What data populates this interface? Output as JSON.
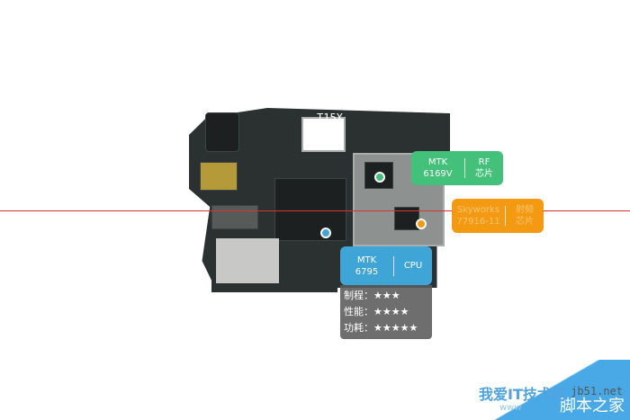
{
  "board_marking": "T15X",
  "labels": [
    {
      "line1": "MTK",
      "line2": "6169V",
      "type1": "RF",
      "type2": "芯片",
      "color": "#43c07a"
    },
    {
      "line1": "Skyworks",
      "line2": "77916-11",
      "type1": "射频",
      "type2": "芯片",
      "color": "#f39a12"
    },
    {
      "line1": "MTK",
      "line2": "6795",
      "type1": "CPU",
      "type2": "",
      "color": "#3ea5d6"
    }
  ],
  "rating": {
    "rows": [
      {
        "label": "制程：",
        "stars": "★★★",
        "value": 3
      },
      {
        "label": "性能：",
        "stars": "★★★★",
        "value": 4
      },
      {
        "label": "功耗：",
        "stars": "★★★★★",
        "value": 5
      }
    ]
  },
  "watermark": {
    "cn": "我爱IT技术网",
    "site": "jb51.net",
    "brand": "脚本之家",
    "www": "www"
  }
}
